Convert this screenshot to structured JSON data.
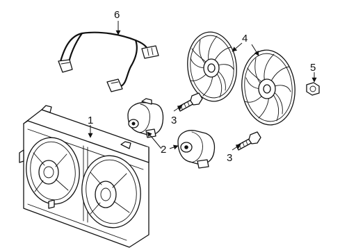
{
  "callouts": {
    "c1": "1",
    "c2": "2",
    "c3a": "3",
    "c3b": "3",
    "c4": "4",
    "c5": "5",
    "c6": "6"
  }
}
